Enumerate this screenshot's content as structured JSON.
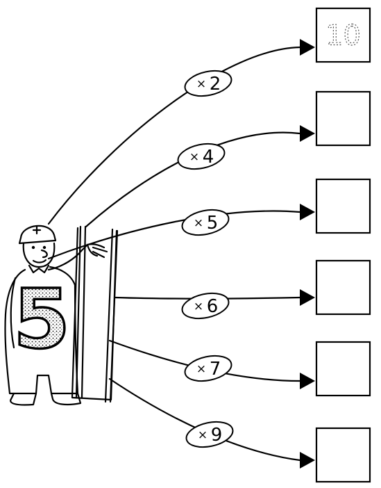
{
  "figure": {
    "number": "5",
    "operations": [
      {
        "operator": "×",
        "factor": "2",
        "answer": "10"
      },
      {
        "operator": "×",
        "factor": "4",
        "answer": ""
      },
      {
        "operator": "×",
        "factor": "5",
        "answer": ""
      },
      {
        "operator": "×",
        "factor": "6",
        "answer": ""
      },
      {
        "operator": "×",
        "factor": "7",
        "answer": ""
      },
      {
        "operator": "×",
        "factor": "9",
        "answer": ""
      }
    ]
  }
}
